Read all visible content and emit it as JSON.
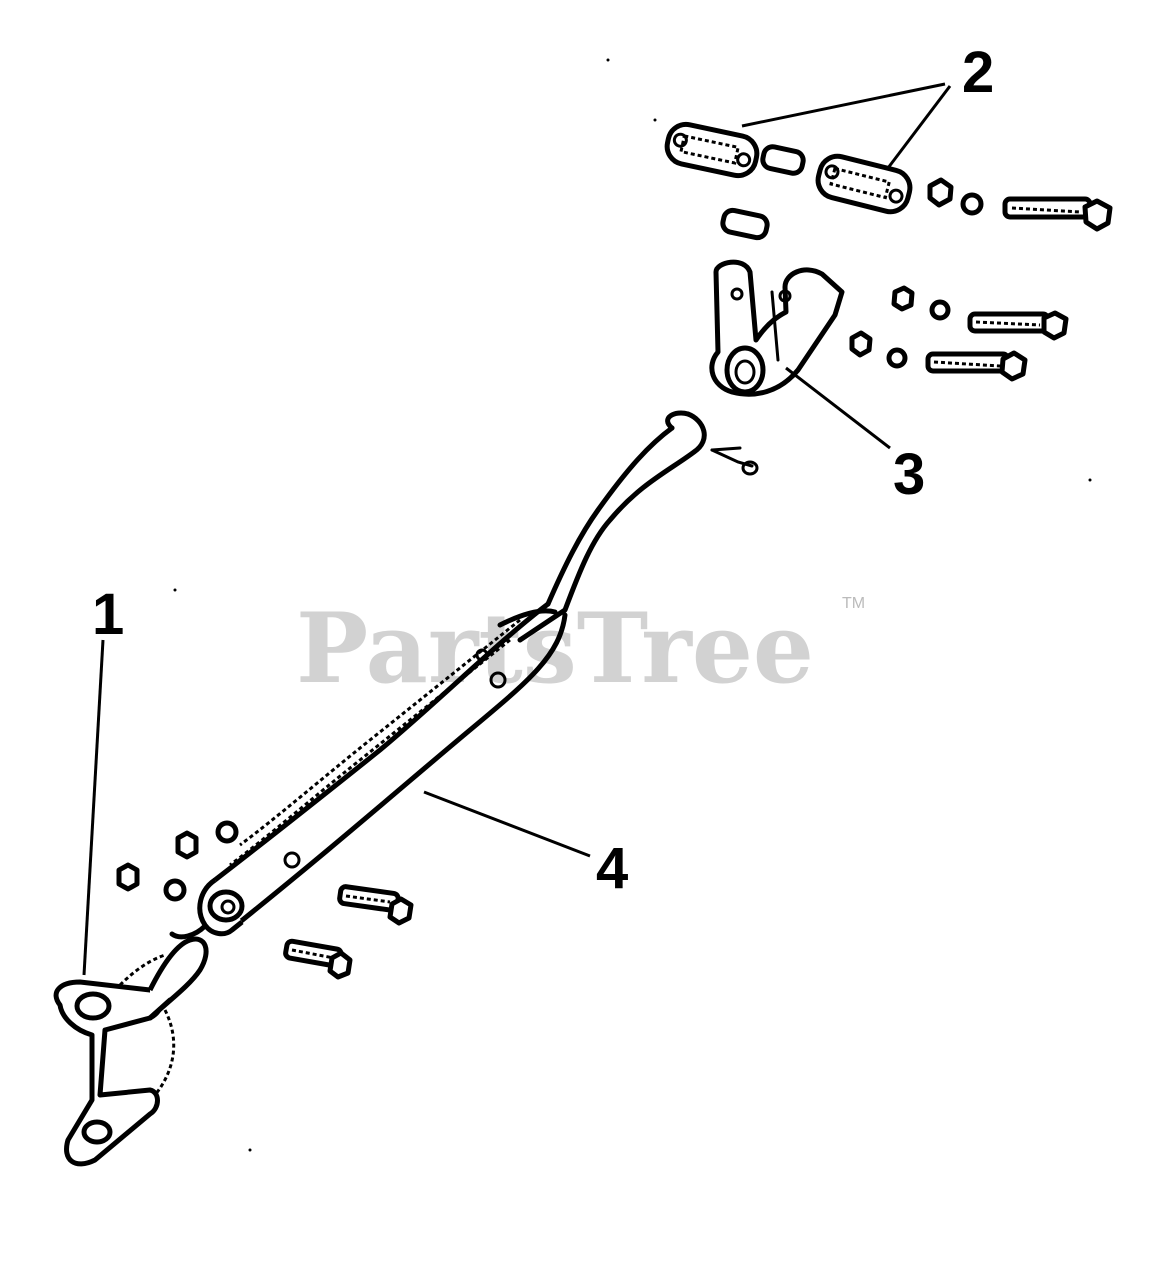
{
  "diagram": {
    "callouts": [
      "1",
      "2",
      "3",
      "4"
    ],
    "watermark": "PartsTree",
    "trademark": "TM"
  }
}
